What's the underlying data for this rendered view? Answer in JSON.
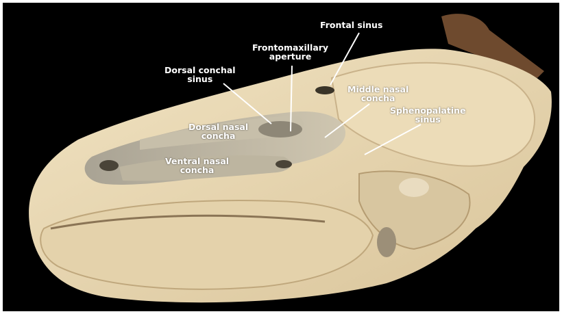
{
  "labels": {
    "frontal_sinus": "Frontal sinus",
    "frontomaxillary_aperture": [
      "Frontomaxillary",
      "aperture"
    ],
    "dorsal_conchal_sinus": [
      "Dorsal conchal",
      "sinus"
    ],
    "middle_nasal_concha": [
      "Middle nasal",
      "concha"
    ],
    "sphenopalatine_sinus": [
      "Sphenopalatine",
      "sinus"
    ],
    "dorsal_nasal_concha": [
      "Dorsal nasal",
      "concha"
    ],
    "ventral_nasal_concha": [
      "Ventral nasal",
      "concha"
    ]
  },
  "colors": {
    "background": "#000000",
    "bone": "#e8d6b0",
    "tissue": "#d6c29a",
    "cavity": "#b9b1a0",
    "label": "#ffffff"
  }
}
